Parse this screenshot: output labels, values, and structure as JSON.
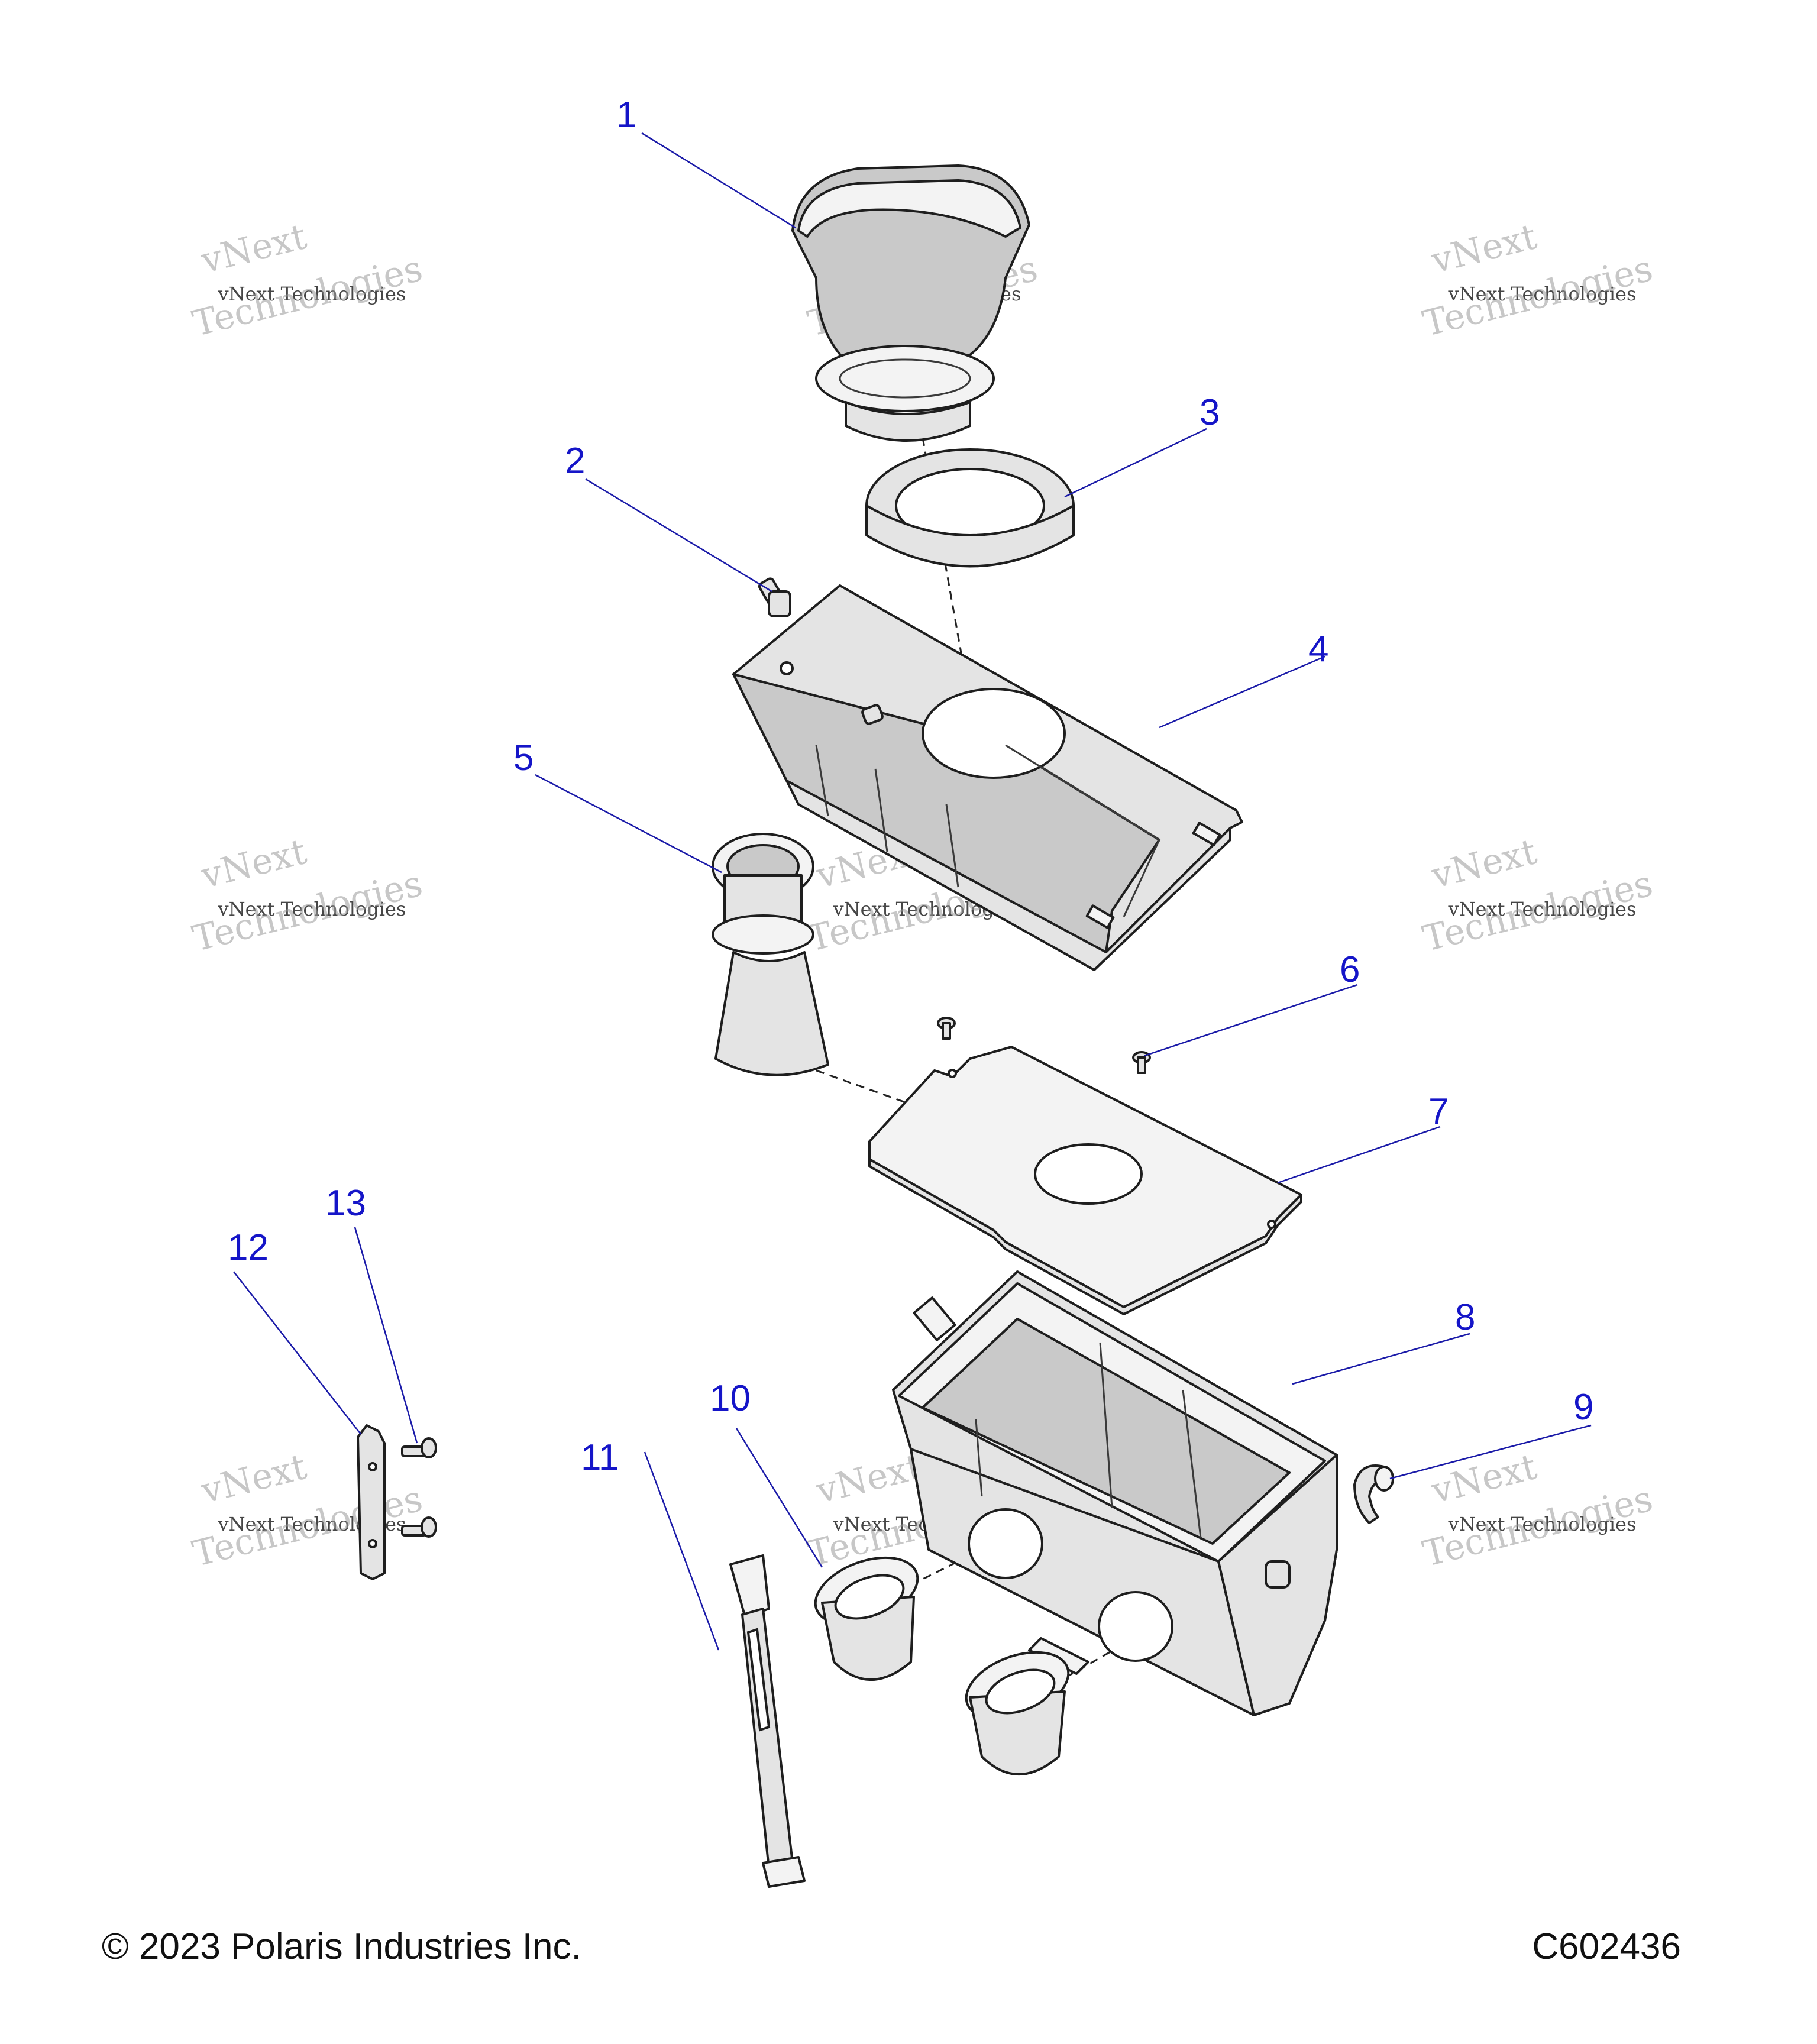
{
  "callouts": [
    "1",
    "2",
    "3",
    "4",
    "5",
    "6",
    "7",
    "8",
    "9",
    "10",
    "11",
    "12",
    "13"
  ],
  "watermark": {
    "line1": "vNext",
    "line2": "vNext Technologies",
    "line3": "Technologies"
  },
  "footer": {
    "copyright": "© 2023 Polaris Industries Inc.",
    "figure_id": "C602436"
  }
}
